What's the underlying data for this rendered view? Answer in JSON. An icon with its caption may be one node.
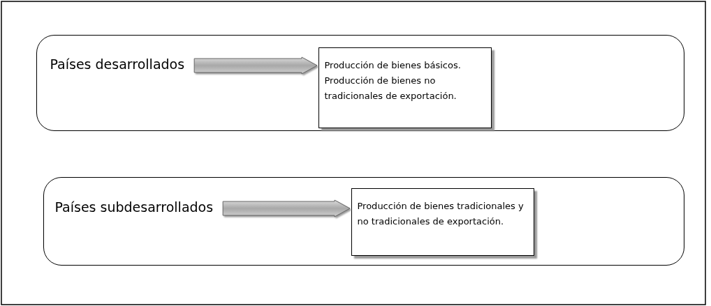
{
  "diagram": {
    "nodes": [
      {
        "text": [],
        "shape": "box"
      },
      {
        "text": [
          "Países desarrollados"
        ],
        "in": 0
      },
      {
        "text": [
          "Producción de bienes básicos.",
          "Producción de bienes no tradicionales de exportación."
        ],
        "in": 0
      },
      {
        "text": [],
        "shape": "box"
      },
      {
        "text": [
          "Países subdesarrollados"
        ],
        "in": 3
      },
      {
        "text": [
          "Producción de bienes tradicionales y no tradicionales de exportación."
        ],
        "in": 3
      }
    ],
    "edges": [
      {
        "from": 1,
        "to": 2,
        "arrow": "to"
      },
      {
        "from": 4,
        "to": 5,
        "arrow": "to"
      }
    ]
  }
}
